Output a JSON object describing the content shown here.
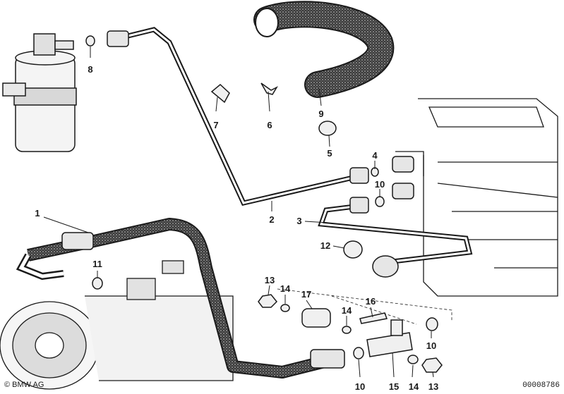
{
  "diagram": {
    "parts": [
      {
        "num": "1"
      },
      {
        "num": "2"
      },
      {
        "num": "3"
      },
      {
        "num": "4"
      },
      {
        "num": "5"
      },
      {
        "num": "6"
      },
      {
        "num": "7"
      },
      {
        "num": "8"
      },
      {
        "num": "9"
      },
      {
        "num": "10"
      },
      {
        "num": "10"
      },
      {
        "num": "10"
      },
      {
        "num": "10"
      },
      {
        "num": "11"
      },
      {
        "num": "12"
      },
      {
        "num": "13"
      },
      {
        "num": "13"
      },
      {
        "num": "14"
      },
      {
        "num": "14"
      },
      {
        "num": "14"
      },
      {
        "num": "15"
      },
      {
        "num": "16"
      },
      {
        "num": "17"
      }
    ]
  },
  "footer": {
    "copyright": "© BMW AG",
    "drawing_number": "00008786"
  }
}
